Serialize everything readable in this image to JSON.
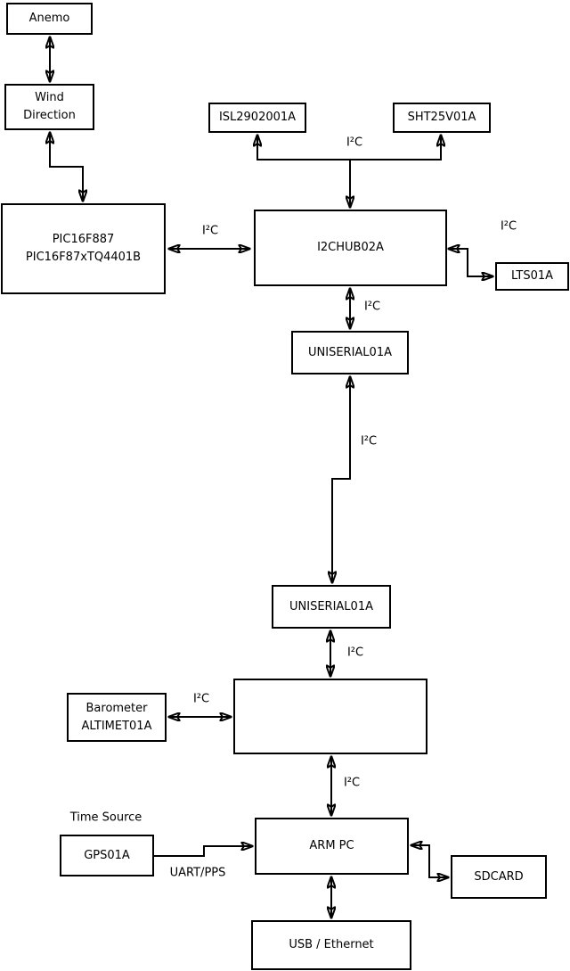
{
  "diagram": {
    "background_color": "#ffffff",
    "line_color": "#000000",
    "nodes": {
      "anemo": {
        "label": "Anemo"
      },
      "wind_direction": {
        "lines": [
          "Wind",
          "Direction"
        ]
      },
      "pic": {
        "lines": [
          "PIC16F887",
          "PIC16F87xTQ4401B"
        ]
      },
      "isl": {
        "label": "ISL2902001A"
      },
      "sht": {
        "label": "SHT25V01A"
      },
      "hub1": {
        "label": "I2CHUB02A"
      },
      "lts": {
        "label": "LTS01A"
      },
      "uniserial1": {
        "label": "UNISERIAL01A"
      },
      "uniserial2": {
        "label": "UNISERIAL01A"
      },
      "barometer": {
        "lines": [
          "Barometer",
          "ALTIMET01A"
        ]
      },
      "gps": {
        "label": "GPS01A"
      },
      "arm_pc": {
        "label": "ARM PC"
      },
      "sdcard": {
        "label": "SDCARD"
      },
      "usb_ethernet": {
        "label": "USB / Ethernet"
      }
    },
    "labels": {
      "i2c": "I²C",
      "time_source": "Time Source",
      "uart_pps": "UART/PPS"
    }
  }
}
